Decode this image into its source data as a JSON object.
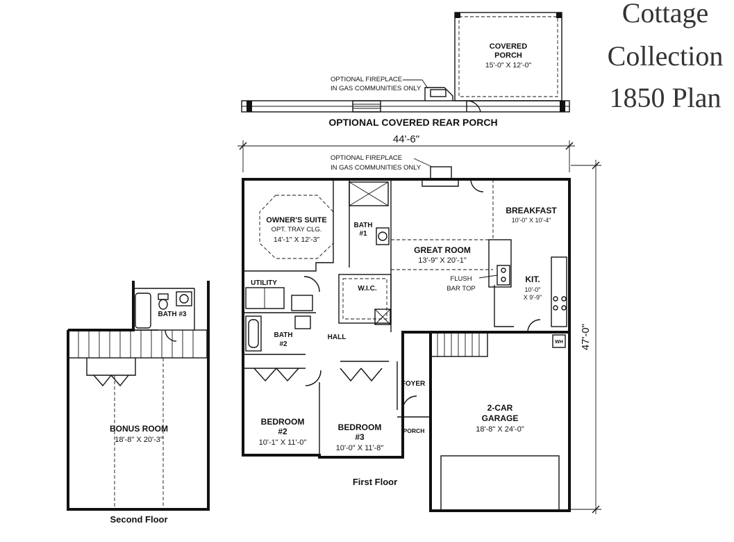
{
  "title": {
    "line1": "Cottage",
    "line2": "Collection",
    "line3": "1850 Plan"
  },
  "rear_porch": {
    "caption": "OPTIONAL COVERED REAR PORCH",
    "name_line1": "COVERED",
    "name_line2": "PORCH",
    "size": "15'-0\" X 12'-0\"",
    "fireplace_note_line1": "OPTIONAL FIREPLACE",
    "fireplace_note_line2": "IN GAS COMMUNITIES ONLY"
  },
  "first_floor": {
    "caption": "First Floor",
    "overall_width": "44'-6\"",
    "overall_depth": "47'-0\"",
    "fireplace_note_line1": "OPTIONAL FIREPLACE",
    "fireplace_note_line2": "IN GAS COMMUNITIES ONLY",
    "rooms": {
      "owners_suite": {
        "name": "OWNER'S SUITE",
        "note": "OPT. TRAY CLG.",
        "size": "14'-1\" X 12'-3\""
      },
      "bath1": {
        "line1": "BATH",
        "line2": "#1"
      },
      "great_room": {
        "name": "GREAT ROOM",
        "size": "13'-9\" X 20'-1\""
      },
      "breakfast": {
        "name": "BREAKFAST",
        "size": "10'-0\" X 10'-4\""
      },
      "utility": {
        "name": "UTILITY"
      },
      "wic": {
        "name": "W.I.C."
      },
      "flush_bar": {
        "line1": "FLUSH",
        "line2": "BAR TOP"
      },
      "kitchen": {
        "name": "KIT.",
        "size_line1": "10'-0\"",
        "size_line2": "X 9'-9\""
      },
      "bath2": {
        "line1": "BATH",
        "line2": "#2"
      },
      "hall": {
        "name": "HALL"
      },
      "wh": {
        "name": "WH"
      },
      "foyer": {
        "name": "FOYER"
      },
      "porch": {
        "name": "PORCH"
      },
      "bedroom2": {
        "line1": "BEDROOM",
        "line2": "#2",
        "size": "10'-1\" X 11'-0\""
      },
      "bedroom3": {
        "line1": "BEDROOM",
        "line2": "#3",
        "size": "10'-0\" X 11'-8\""
      },
      "garage": {
        "line1": "2-CAR",
        "line2": "GARAGE",
        "size": "18'-8\" X 24'-0\""
      }
    }
  },
  "second_floor": {
    "caption": "Second Floor",
    "bath3": {
      "name": "BATH #3"
    },
    "bonus_room": {
      "name": "BONUS ROOM",
      "size": "18'-8\" X 20'-3\""
    }
  }
}
